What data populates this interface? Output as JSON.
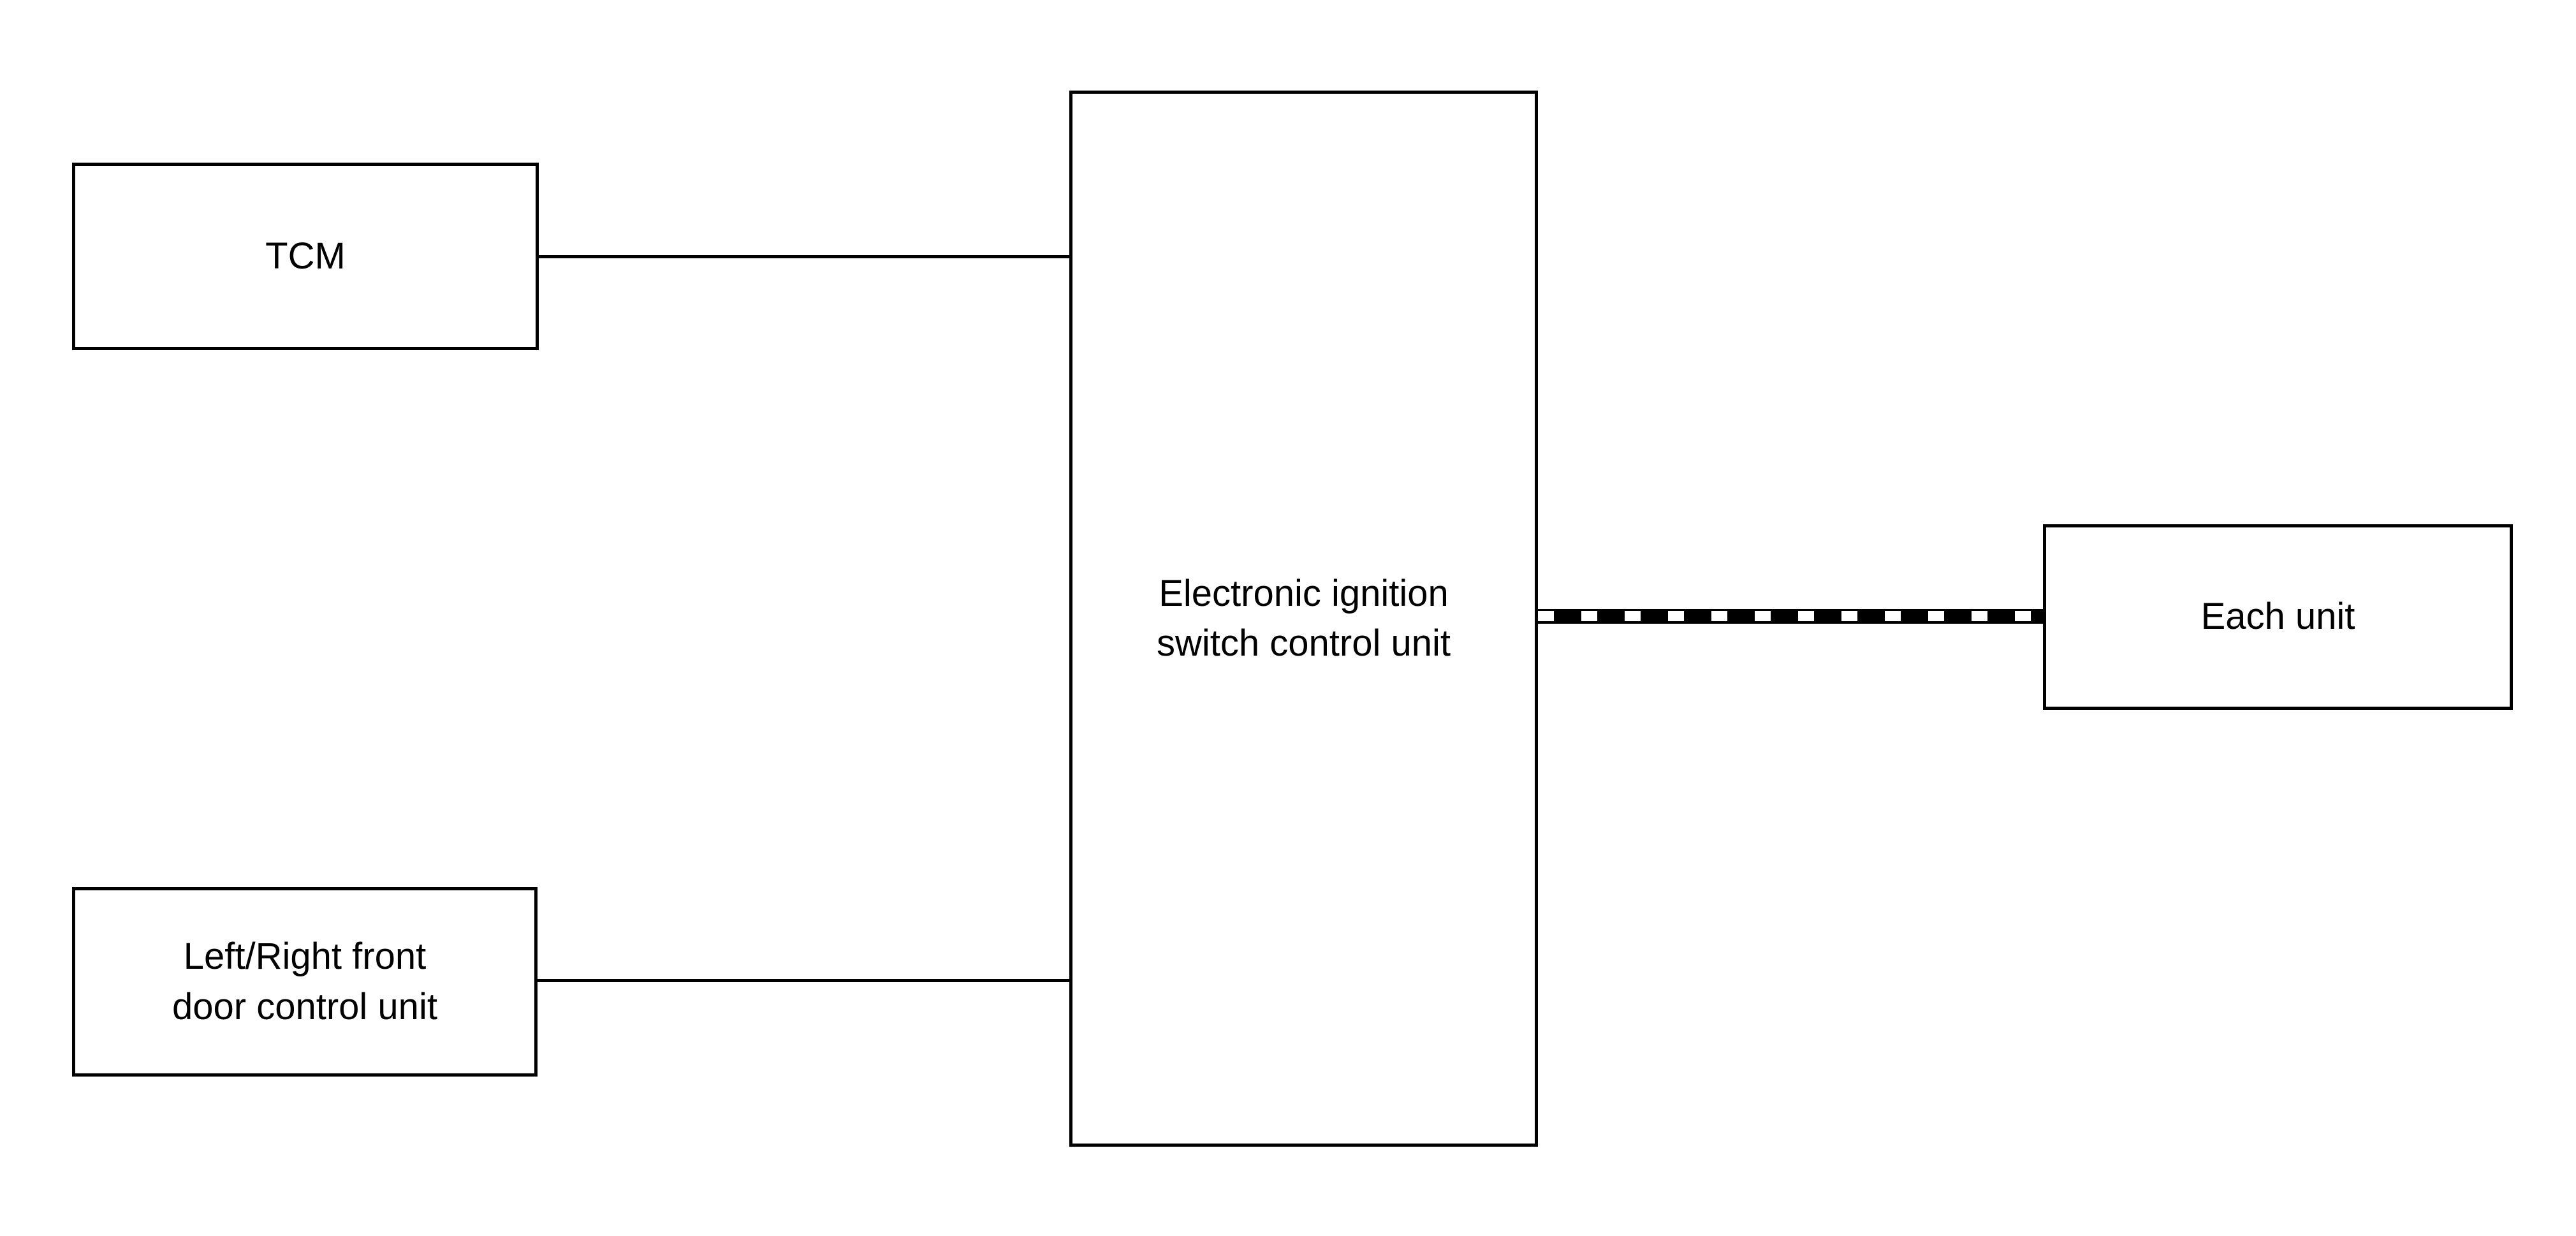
{
  "diagram": {
    "background_color": "#ffffff",
    "line_color": "#000000",
    "nodes": {
      "tcm": {
        "label": "TCM"
      },
      "front_door": {
        "label_line1": "Left/Right front",
        "label_line2": "door control unit"
      },
      "eis": {
        "label_line1": "Electronic ignition",
        "label_line2": "switch control unit"
      },
      "each_unit": {
        "label": "Each unit"
      }
    },
    "connections": [
      {
        "from": "TCM",
        "to": "Electronic ignition switch control unit",
        "style": "solid"
      },
      {
        "from": "Left/Right front door control unit",
        "to": "Electronic ignition switch control unit",
        "style": "solid"
      },
      {
        "from": "Electronic ignition switch control unit",
        "to": "Each unit",
        "style": "thick-dashed-bus"
      }
    ]
  }
}
